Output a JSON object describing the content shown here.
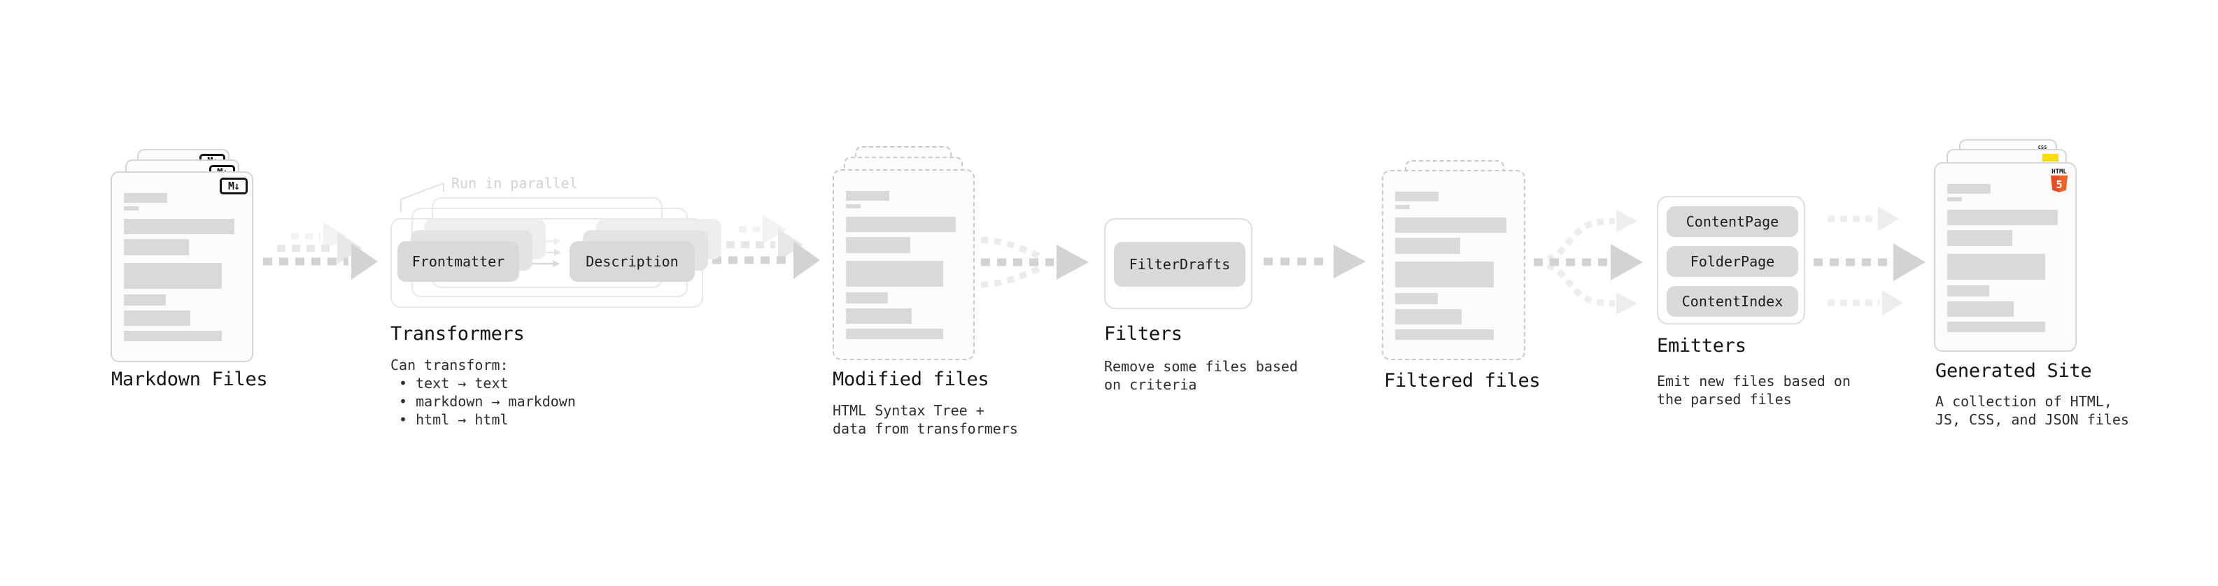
{
  "markdown": {
    "title": "Markdown Files",
    "badge": "M↓"
  },
  "transformers": {
    "annotation": "Run in parallel",
    "buttons": [
      "Frontmatter",
      "Description"
    ],
    "title": "Transformers",
    "desc": "Can transform:",
    "bullets": [
      "• text → text",
      "• markdown → markdown",
      "• html → html"
    ]
  },
  "modified": {
    "title": "Modified files",
    "desc": [
      "HTML Syntax Tree +",
      "data from transformers"
    ]
  },
  "filters": {
    "button": "FilterDrafts",
    "title": "Filters",
    "desc": [
      "Remove some files based",
      "on criteria"
    ]
  },
  "filtered": {
    "title": "Filtered files"
  },
  "emitters": {
    "buttons": [
      "ContentPage",
      "FolderPage",
      "ContentIndex"
    ],
    "title": "Emitters",
    "desc": [
      "Emit new files based on",
      "the parsed files"
    ]
  },
  "generated": {
    "title": "Generated Site",
    "desc": [
      "A collection of HTML,",
      "JS, CSS, and JSON files"
    ],
    "badge_css": "CSS",
    "logo_html": "HTML",
    "logo_5": "5"
  },
  "colors": {
    "bar_gray": "#d9d9d9",
    "pill_gray": "#d9d9d9",
    "arrow_gray": "#d3d3d3",
    "html5_orange": "#e44d26",
    "html5_orange_light": "#f16529",
    "js_yellow": "#ffdd00",
    "css_blue": "#2d6ce0",
    "text_dark": "#141414",
    "annotation_gray": "#d2d2d2"
  }
}
